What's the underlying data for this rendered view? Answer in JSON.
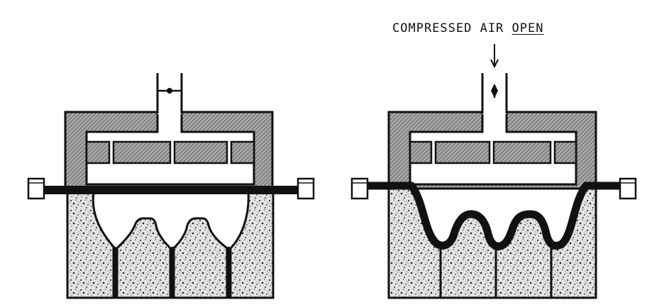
{
  "diagram": {
    "label_prefix": "COMPRESSED AIR",
    "label_emphasis": "OPEN",
    "colors": {
      "ink": "#111111",
      "housing": "#9a9a9a",
      "chamber": "#ffffff",
      "fill": "#dcdcdc",
      "background": "#ffffff"
    },
    "panels": [
      {
        "name": "left-panel",
        "valve_state": "closed",
        "sheet_state": "flat"
      },
      {
        "name": "right-panel",
        "valve_state": "open",
        "sheet_state": "formed"
      }
    ]
  }
}
